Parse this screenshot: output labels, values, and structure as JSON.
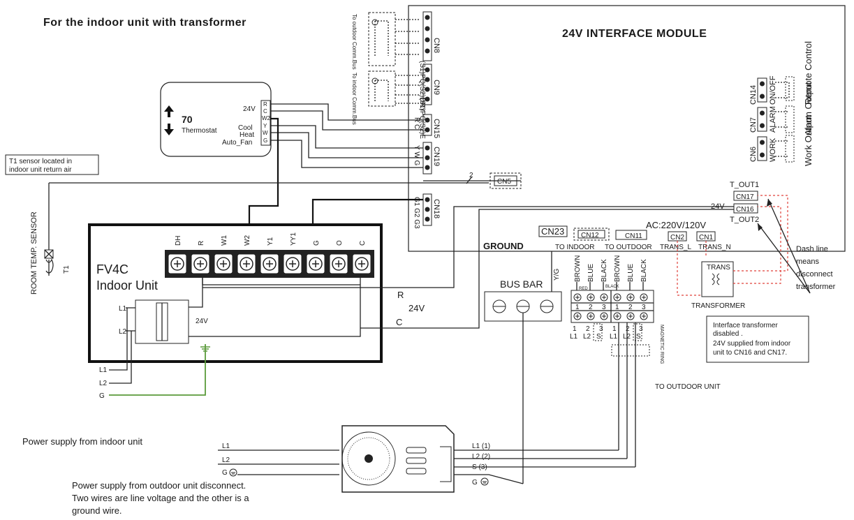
{
  "title": "For the indoor unit with transformer",
  "module": {
    "title": "24V INTERFACE MODULE",
    "ac_label": "AC:220V/120V",
    "trans_l": "TRANS_L",
    "trans_n": "TRANS_N",
    "cn2": "CN2",
    "cn1": "CN1",
    "t_out1": "T_OUT1",
    "t_out2": "T_OUT2",
    "cn17": "CN17",
    "cn16": "CN16",
    "v24": "24V",
    "cn5": "CN5",
    "cn5_count": "2",
    "cn23": "CN23",
    "cn12": "CN12",
    "cn11": "CN11",
    "to_indoor": "TO INDOOR",
    "to_outdoor": "TO OUTDOOR",
    "ground": "GROUND",
    "cn8": "CN8",
    "cn8_pins": "(S1)PQ(S2)E",
    "cn8_comm": "To outdoor Comm.Bus",
    "cn9": "CN9",
    "cn9_pins": "(S1)PQ(S2)DRY",
    "cn9_comm": "To indoor Comm.Bus",
    "cn15": "CN15",
    "cn15_pins": "R C",
    "cn19": "CN19",
    "cn19_pins": "Y W G",
    "cn18": "CN18",
    "cn18_pins": "G1 G2 G3",
    "cn14": "CN14",
    "cn14_label": "ON/OFF",
    "cn7": "CN7",
    "cn7_label": "ALARM",
    "cn6": "CN6",
    "cn6_label": "WORK",
    "remote_control": "Remote Control",
    "alarm_output": "Alarm Output",
    "work_output": "Work Output"
  },
  "thermostat": {
    "value": "70",
    "label": "Thermostat",
    "v24": "24V",
    "cool": "Cool",
    "heat": "Heat",
    "auto_fan": "Auto_Fan",
    "terms": [
      "R",
      "C",
      "W2",
      "Y",
      "W",
      "G"
    ]
  },
  "sensor": {
    "note_line1": "T1 sensor located in",
    "note_line2": "indoor unit return air",
    "room_temp": "ROOM TEMP. SENSOR",
    "t1": "T1"
  },
  "indoor_unit": {
    "name_line1": "FV4C",
    "name_line2": "Indoor Unit",
    "terminals": [
      "DH",
      "R",
      "W1",
      "W2",
      "Y1",
      "YY1",
      "G",
      "O",
      "C"
    ],
    "l1": "L1",
    "l2": "L2",
    "v24": "24V",
    "feed_l1": "L1",
    "feed_l2": "L2",
    "feed_g": "G",
    "wire_r": "R",
    "wire_24v": "24V",
    "wire_c": "C"
  },
  "bus_bar": {
    "label": "BUS BAR",
    "yg": "Y/G"
  },
  "terminal_block": {
    "wire_colors": [
      "BROWN",
      "BLUE",
      "BLACK",
      "BROWN",
      "BLUE",
      "BLACK"
    ],
    "mini_red": "RED",
    "mini_black": "BLACK",
    "numbers_top": [
      "1",
      "2",
      "3",
      "1",
      "2",
      "3"
    ],
    "bottom_nums": [
      "1",
      "2",
      "3",
      "1",
      "2",
      "3"
    ],
    "bottom_labels": [
      "L1",
      "L2",
      "S",
      "L1",
      "L2",
      "S"
    ],
    "magnetic_ring": "MAGNETIC RING",
    "to_outdoor_unit": "TO OUTDOOR UNIT"
  },
  "transformer": {
    "label": "TRANS",
    "caption": "TRANSFORMER",
    "dash_note": [
      "Dash line",
      "means",
      "disconnect",
      "transformer"
    ],
    "note": [
      "Interface transformer",
      "disabled .",
      "24V supplied from indoor",
      "unit to CN16 and CN17."
    ]
  },
  "outdoor": {
    "power_indoor": "Power supply from indoor unit",
    "l1": "L1",
    "l2": "L2",
    "g": "G",
    "l1_1": "L1 (1)",
    "l2_2": "L2 (2)",
    "s_3": "S  (3)",
    "g2": "G",
    "note": [
      "Power supply from outdoor unit disconnect.",
      "Two wires are line voltage and the other is a",
      "ground wire."
    ]
  }
}
